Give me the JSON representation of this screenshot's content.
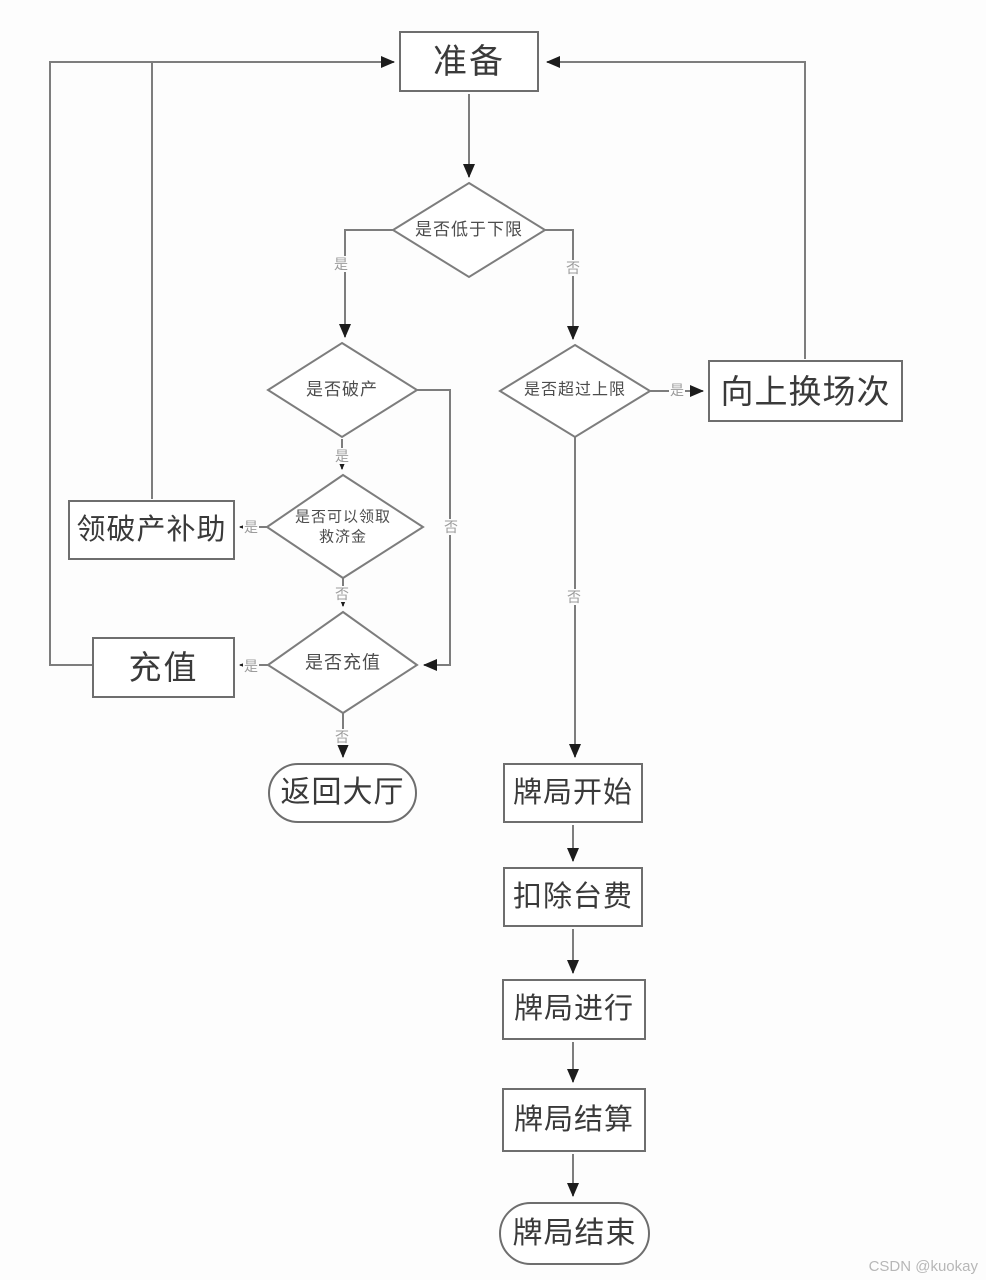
{
  "nodes": {
    "prepare": {
      "label": "准备"
    },
    "check_below_lower": {
      "label": "是否低于下限"
    },
    "check_bankrupt": {
      "label": "是否破产"
    },
    "check_relief": {
      "line1": "是否可以领取",
      "line2": "救济金"
    },
    "subsidy": {
      "label": "领破产补助"
    },
    "recharge": {
      "label": "充值"
    },
    "check_recharge": {
      "label": "是否充值"
    },
    "return_lobby": {
      "label": "返回大厅"
    },
    "check_above_upper": {
      "label": "是否超过上限"
    },
    "upgrade_venue": {
      "label": "向上换场次"
    },
    "game_start": {
      "label": "牌局开始"
    },
    "deduct_fee": {
      "label": "扣除台费"
    },
    "game_playing": {
      "label": "牌局进行"
    },
    "game_settle": {
      "label": "牌局结算"
    },
    "game_end": {
      "label": "牌局结束"
    }
  },
  "edge_labels": {
    "yes": "是",
    "no": "否"
  },
  "watermark": "CSDN @kuokay",
  "colors": {
    "line": "#7d7d7d",
    "node_border": "#6e6e6e",
    "node_text": "#3a3a3a",
    "diamond_text": "#4d4d4d",
    "branch_label": "#9c9c9c",
    "arrowhead": "#1c1c1c",
    "background": "#fdfdfd",
    "watermark": "#b7b7b7"
  }
}
